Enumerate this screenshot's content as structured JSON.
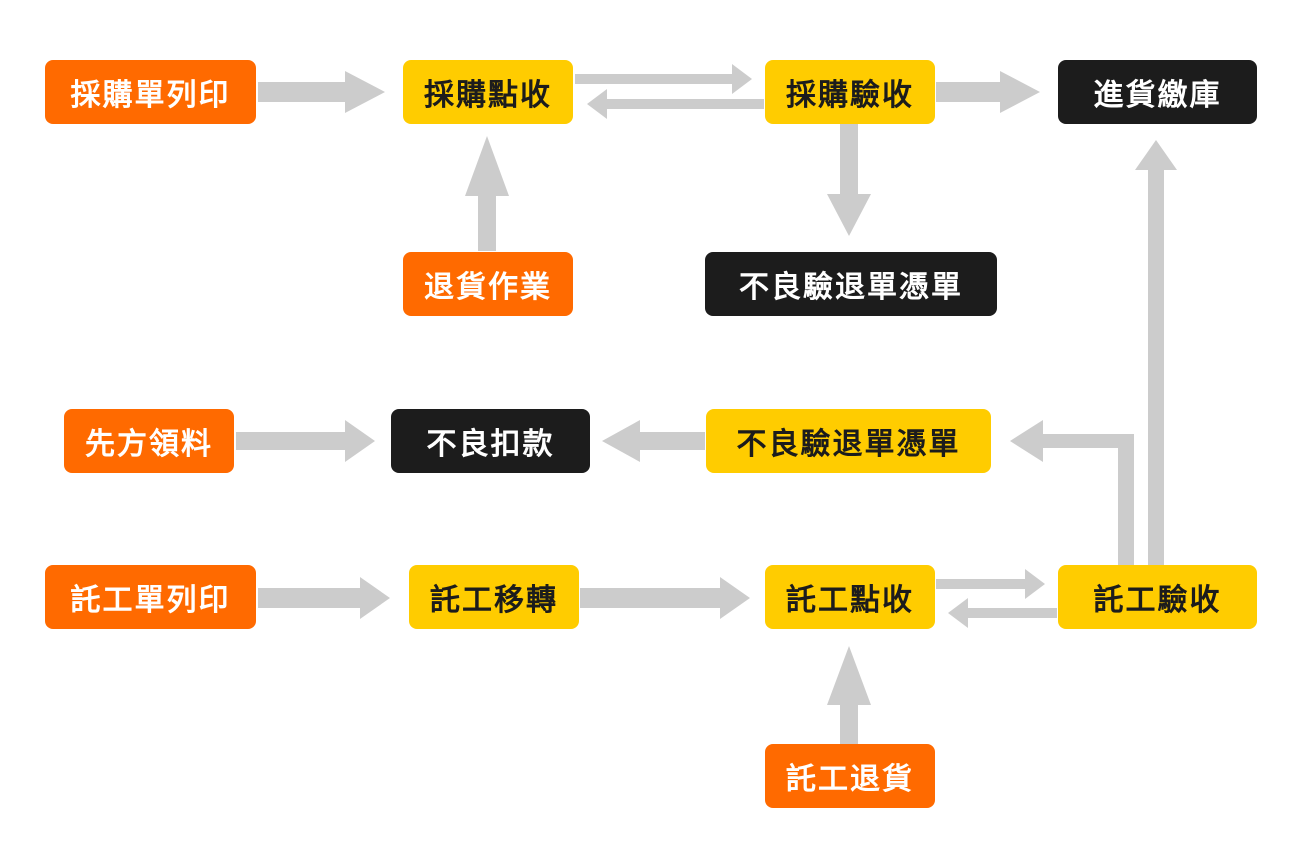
{
  "colors": {
    "orange": "#ff6a00",
    "yellow": "#ffcc00",
    "black": "#1c1c1c",
    "arrow": "#cccccc"
  },
  "nodes": {
    "po_print": "採購單列印",
    "po_count": "採購點收",
    "po_inspect": "採購驗收",
    "stock_in": "進貨繳庫",
    "return_op": "退貨作業",
    "reject_voucher_black": "不良驗退單憑單",
    "prepaid_material": "先方領料",
    "defect_deduct": "不良扣款",
    "reject_voucher_yellow": "不良驗退單憑單",
    "sub_print": "託工單列印",
    "sub_transfer": "託工移轉",
    "sub_count": "託工點收",
    "sub_inspect": "託工驗收",
    "sub_return": "託工退貨"
  }
}
